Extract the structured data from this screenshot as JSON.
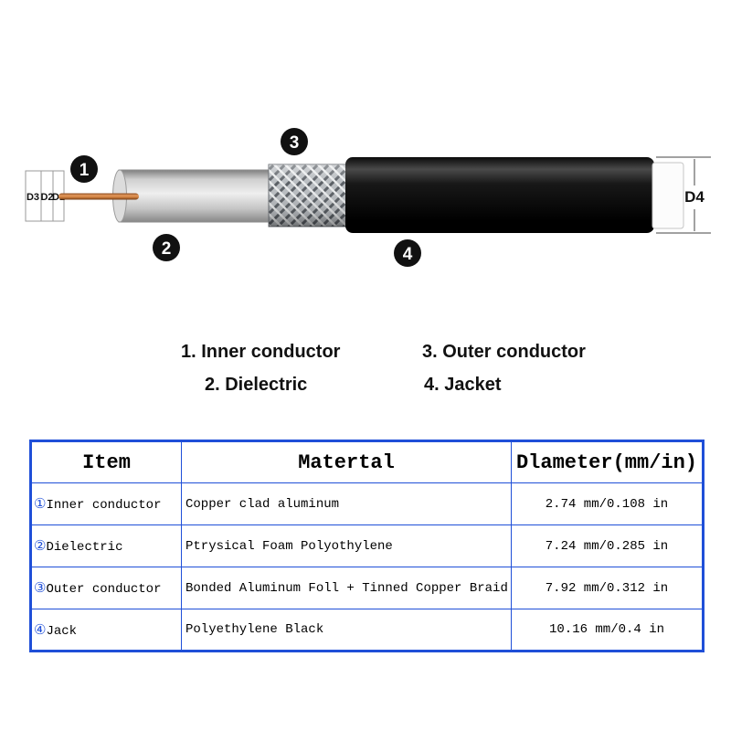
{
  "diagram": {
    "dims": {
      "d1": "D1",
      "d2": "D2",
      "d3": "D3",
      "d4": "D4"
    },
    "callouts": [
      {
        "num": "1"
      },
      {
        "num": "2"
      },
      {
        "num": "3"
      },
      {
        "num": "4"
      }
    ]
  },
  "legend": {
    "items": [
      {
        "label": "1. Inner conductor"
      },
      {
        "label": "2. Dielectric"
      },
      {
        "label": "3. Outer conductor"
      },
      {
        "label": "4. Jacket"
      }
    ]
  },
  "table": {
    "headers": [
      "Item",
      "Matertal",
      "Dlameter(mm/in)"
    ],
    "rows": [
      {
        "num": "①",
        "item": "Inner conductor",
        "material": "Copper clad aluminum",
        "diameter": "2.74 mm/0.108 in"
      },
      {
        "num": "②",
        "item": "Dielectric",
        "material": "Ptrysical Foam Polyothylene",
        "diameter": "7.24 mm/0.285 in"
      },
      {
        "num": "③",
        "item": "Outer conductor",
        "material": "Bonded Aluminum Foll + Tinned Copper Braid",
        "diameter": "7.92 mm/0.312 in"
      },
      {
        "num": "④",
        "item": "Jack",
        "material": "Polyethylene Black",
        "diameter": "10.16 mm/0.4 in"
      }
    ]
  },
  "colors": {
    "table_border": "#1f4fd8",
    "callout_background": "#111111",
    "badge_blue": "#1f4fd8",
    "jacket_black": "#000000",
    "copper": "#c97a3a"
  }
}
